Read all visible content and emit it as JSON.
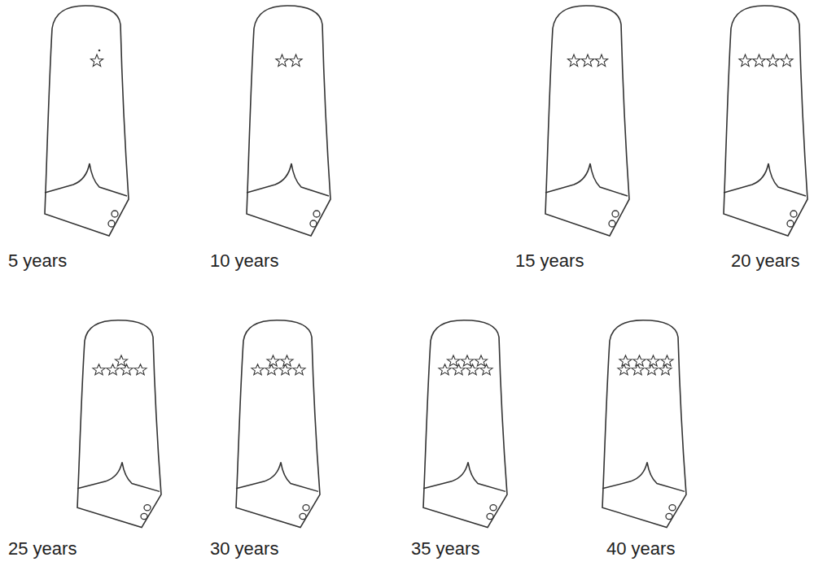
{
  "diagram": {
    "labels": [
      "5 years",
      "10 years",
      "15 years",
      "20 years",
      "25 years",
      "30 years",
      "35 years",
      "40 years"
    ]
  }
}
